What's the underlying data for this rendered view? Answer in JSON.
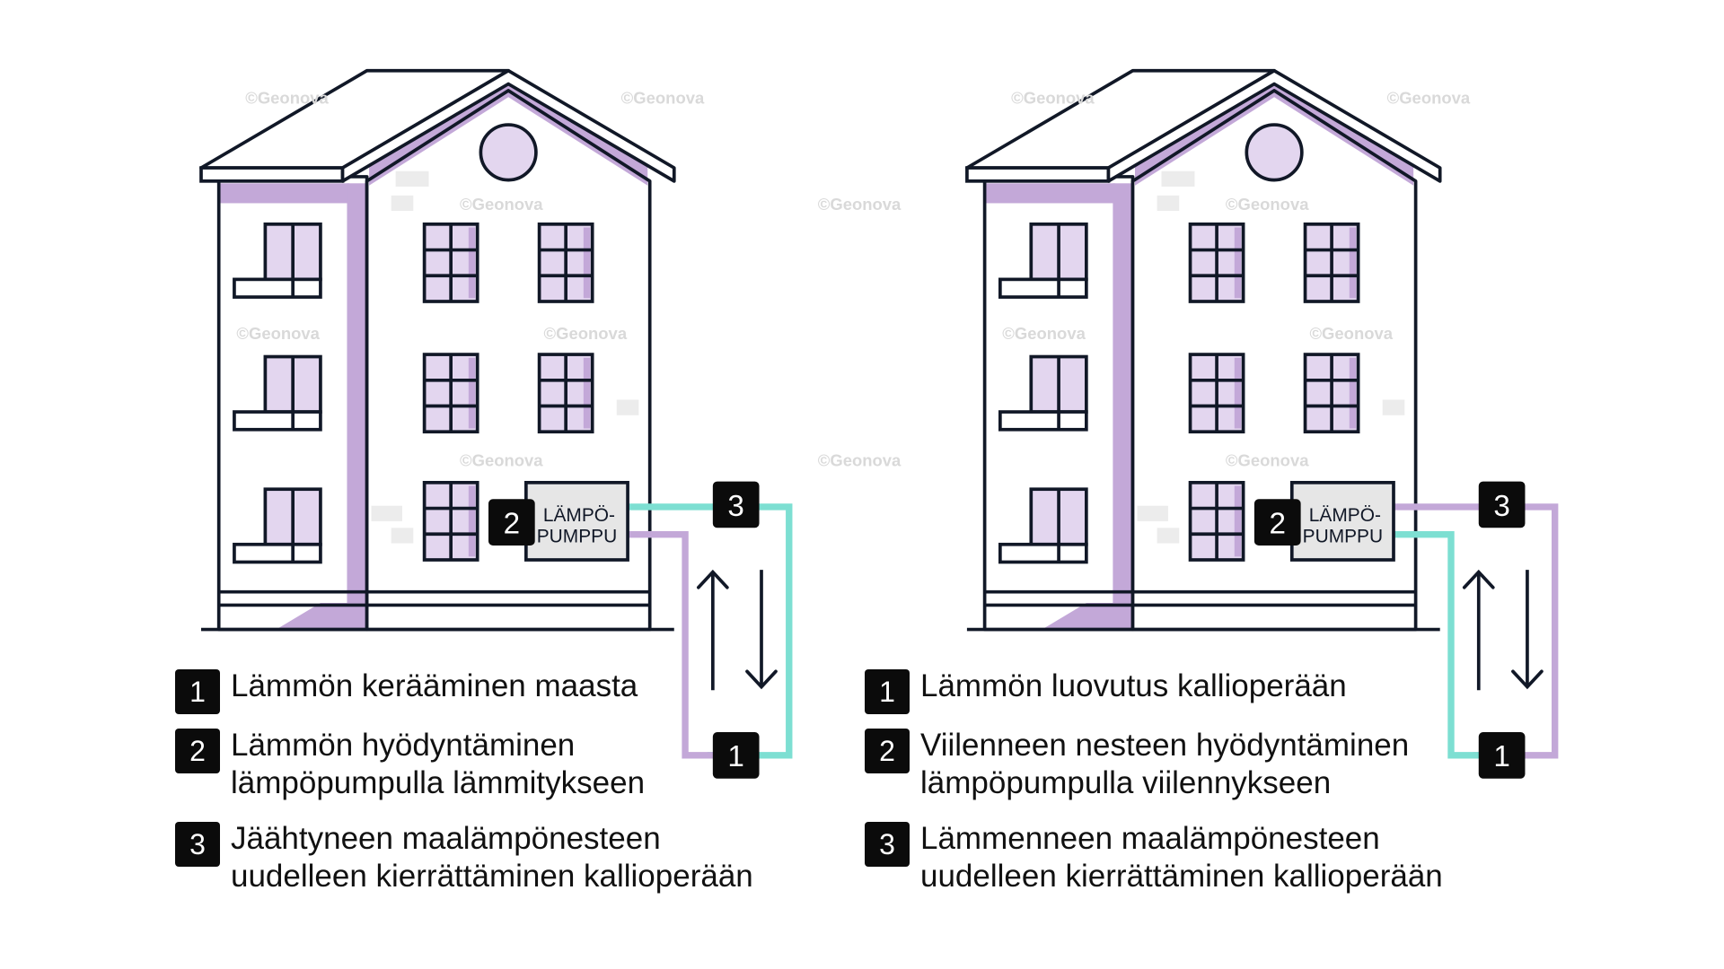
{
  "colors": {
    "outline": "#111827",
    "purple": "#c3a8d8",
    "purple_light": "#e3d6ef",
    "teal": "#7ddfd2",
    "badge": "#0b0b0b",
    "pump_fill": "#e6e6e6",
    "watermark": "#d9d9d9"
  },
  "watermark_text": "©Geonova",
  "diagrams": [
    {
      "pump_label_line1": "LÄMPÖ-",
      "pump_label_line2": "PUMPPU",
      "pump_badge": "2",
      "loop_top_badge": "3",
      "loop_bottom_badge": "1",
      "upper_pipe_color": "teal",
      "lower_pipe_color": "purple",
      "legend": [
        {
          "number": "1",
          "lines": [
            "Lämmön kerääminen maasta"
          ]
        },
        {
          "number": "2",
          "lines": [
            "Lämmön hyödyntäminen",
            "lämpöpumpulla lämmitykseen"
          ]
        },
        {
          "number": "3",
          "lines": [
            "Jäähtyneen maalämpönesteen",
            "uudelleen kierrättäminen kallioperään"
          ]
        }
      ]
    },
    {
      "pump_label_line1": "LÄMPÖ-",
      "pump_label_line2": "PUMPPU",
      "pump_badge": "2",
      "loop_top_badge": "3",
      "loop_bottom_badge": "1",
      "upper_pipe_color": "purple",
      "lower_pipe_color": "teal",
      "legend": [
        {
          "number": "1",
          "lines": [
            "Lämmön luovutus kallioperään"
          ]
        },
        {
          "number": "2",
          "lines": [
            "Viilenneen nesteen hyödyntäminen",
            "lämpöpumpulla viilennykseen"
          ]
        },
        {
          "number": "3",
          "lines": [
            "Lämmenneen maalämpönesteen",
            "uudelleen kierrättäminen kallioperään"
          ]
        }
      ]
    }
  ]
}
